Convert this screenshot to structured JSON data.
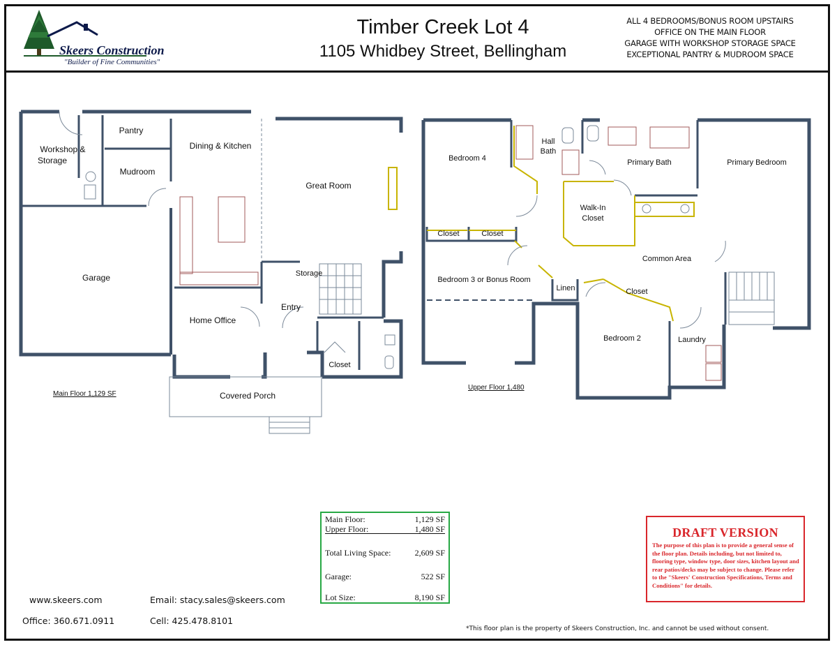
{
  "header": {
    "company": "Skeers Construction",
    "tagline": "\"Builder of Fine Communities\"",
    "title": "Timber Creek Lot 4",
    "address": "1105 Whidbey Street, Bellingham",
    "features": [
      "ALL 4 BEDROOMS/BONUS ROOM UPSTAIRS",
      "OFFICE ON THE MAIN FLOOR",
      "GARAGE WITH WORKSHOP STORAGE SPACE",
      "EXCEPTIONAL PANTRY & MUDROOM SPACE"
    ]
  },
  "main_floor": {
    "caption": "Main Floor  1,129 SF",
    "rooms": {
      "workshop_line1": "Workshop &",
      "workshop_line2": "Storage",
      "pantry": "Pantry",
      "mudroom": "Mudroom",
      "dining_kitchen": "Dining & Kitchen",
      "great_room": "Great Room",
      "garage": "Garage",
      "storage": "Storage",
      "entry": "Entry",
      "home_office": "Home Office",
      "closet": "Closet",
      "covered_porch": "Covered Porch"
    }
  },
  "upper_floor": {
    "caption": "Upper Floor  1,480",
    "rooms": {
      "bedroom4": "Bedroom 4",
      "hall_bath_line1": "Hall",
      "hall_bath_line2": "Bath",
      "primary_bath": "Primary Bath",
      "primary_bedroom": "Primary Bedroom",
      "walkin_line1": "Walk-In",
      "walkin_line2": "Closet",
      "closet_a": "Closet",
      "closet_b": "Closet",
      "common_area": "Common Area",
      "bedroom3": "Bedroom 3 or Bonus Room",
      "linen": "Linen",
      "closet_c": "Closet",
      "bedroom2": "Bedroom 2",
      "laundry": "Laundry"
    }
  },
  "area_table": {
    "main_label": "Main Floor:",
    "main_value": "1,129 SF",
    "upper_label": "Upper Floor:",
    "upper_value": "1,480 SF",
    "total_label": "Total Living Space:",
    "total_value": "2,609 SF",
    "garage_label": "Garage:",
    "garage_value": "522 SF",
    "lot_label": "Lot Size:",
    "lot_value": "8,190 SF"
  },
  "draft_notice": {
    "title": "DRAFT VERSION",
    "body": "The purpose of this plan is to provide a general sense of the floor plan.  Details including, but not limited to, flooring type, window type, door sizes, kitchen layout and rear patios/decks may be subject to change.  Please refer to the \"Skeers' Construction Specifications, Terms and Conditions\" for details."
  },
  "contact": {
    "website": "www.skeers.com",
    "office": "Office: 360.671.0911",
    "email": "Email: stacy.sales@skeers.com",
    "cell": "Cell: 425.478.8101"
  },
  "footnote": "*This floor plan is the property of Skeers Construction, Inc. and cannot be used without consent.",
  "colors": {
    "wall": "#3f5168",
    "accent_wall": "#c8b400",
    "fixture": "#a05a5a",
    "logo_green": "#1e5a2a",
    "area_border": "#27a844",
    "draft_red": "#d9262b"
  }
}
